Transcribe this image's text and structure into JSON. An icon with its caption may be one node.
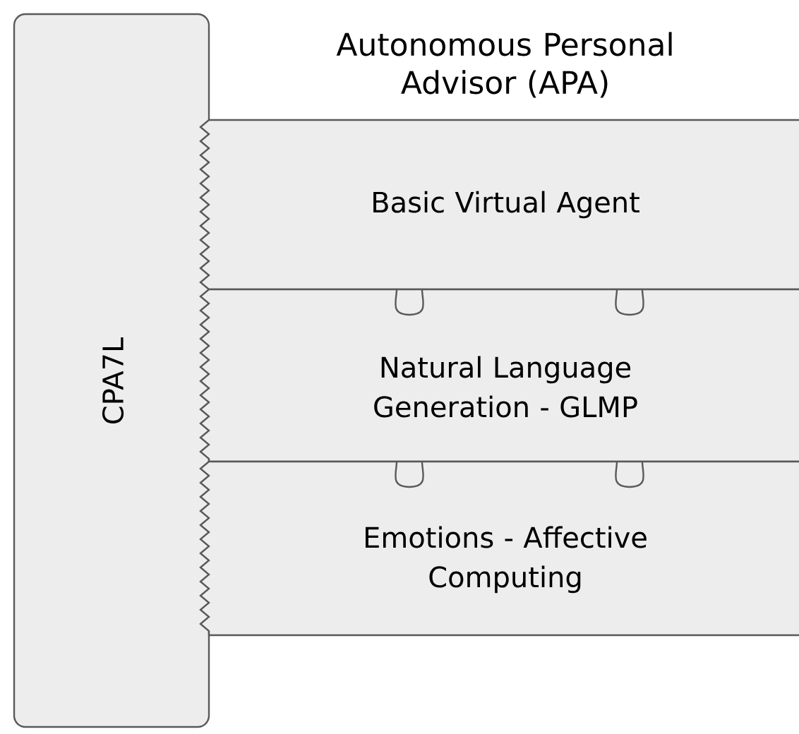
{
  "diagram": {
    "title": "Autonomous Personal Advisor (APA)",
    "nodes": [
      {
        "text": [
          "CPA7L"
        ]
      },
      {
        "text": [
          "Basic Virtual Agent"
        ]
      },
      {
        "text": [
          "Natural Language Generation - GLMP"
        ]
      },
      {
        "text": [
          "Emotions - Affective Computing"
        ]
      }
    ]
  }
}
